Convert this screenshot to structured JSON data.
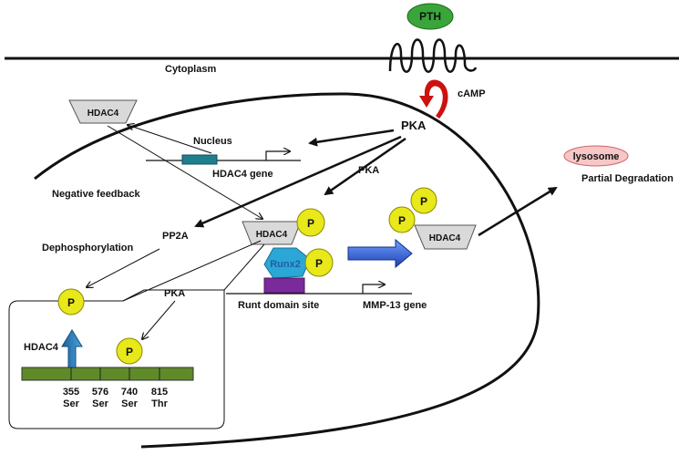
{
  "labels": {
    "pth": "PTH",
    "cytoplasm": "Cytoplasm",
    "camp": "cAMP",
    "pka_top": "PKA",
    "hdac4_top": "HDAC4",
    "nucleus": "Nucleus",
    "hdac4_gene": "HDAC4 gene",
    "pka_mid": "PKA",
    "negative_feedback": "Negative feedback",
    "pp2a": "PP2A",
    "dephosphorylation": "Dephosphorylation",
    "hdac4_complex": "HDAC4",
    "runx2": "Runx2",
    "runt_domain": "Runt domain site",
    "mmp13_gene": "MMP-13 gene",
    "hdac4_exported": "HDAC4",
    "lysosome": "lysosome",
    "partial_degradation": "Partial Degradation",
    "pka_box": "PKA",
    "hdac4_box": "HDAC4",
    "phospho": "P"
  },
  "sites": [
    {
      "num": "355",
      "res": "Ser"
    },
    {
      "num": "576",
      "res": "Ser"
    },
    {
      "num": "740",
      "res": "Ser"
    },
    {
      "num": "815",
      "res": "Thr"
    }
  ],
  "colors": {
    "pth": "#3aa63a",
    "camp_arrow": "#cc1111",
    "phospho": "#e8e81a",
    "runx2": "#2aa7d6",
    "runt_block": "#7a2a9a",
    "gene_block": "#1f7f8f",
    "lysosome": "#f7c6c6",
    "domain_bar": "#5f8a2a",
    "blue_arrow": "#1f5fd6",
    "up_arrow": "#1f7fbf"
  }
}
